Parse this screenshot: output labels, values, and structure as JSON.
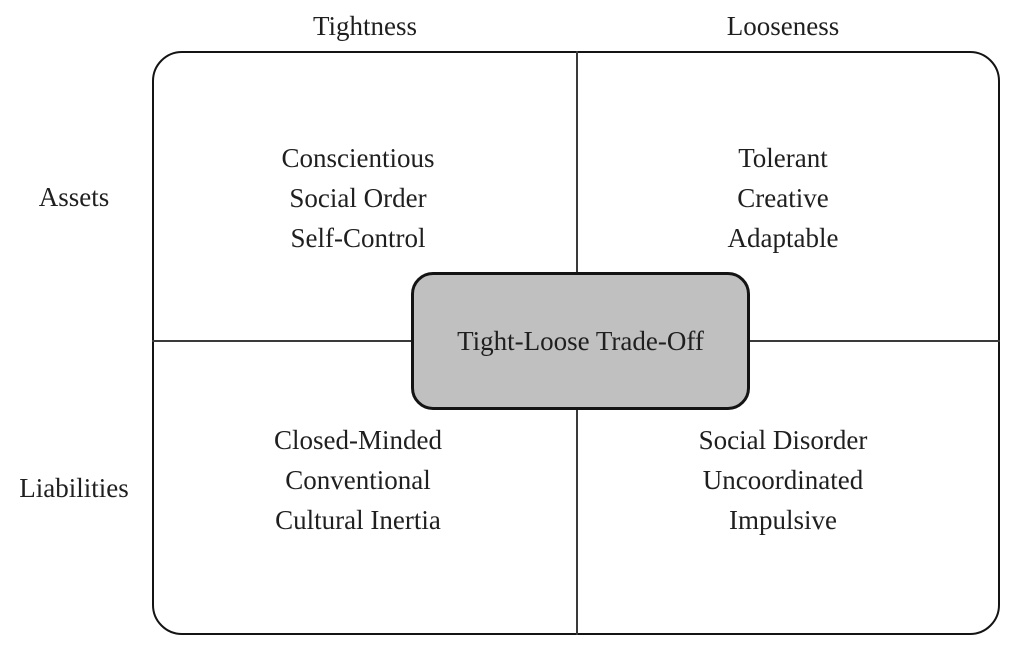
{
  "diagram": {
    "center_node": {
      "label": "Tight-Loose Trade-Off",
      "fill_color": "#c0c0c0",
      "border_color": "#141414"
    },
    "column_headers": [
      {
        "label": "Tightness"
      },
      {
        "label": "Looseness"
      }
    ],
    "row_labels": [
      {
        "label": "Assets"
      },
      {
        "label": "Liabilities"
      }
    ],
    "quadrants": {
      "tight_assets": {
        "terms": [
          "Conscientious",
          "Social Order",
          "Self-Control"
        ]
      },
      "loose_assets": {
        "terms": [
          "Tolerant",
          "Creative",
          "Adaptable"
        ]
      },
      "tight_liabilities": {
        "terms": [
          "Closed-Minded",
          "Conventional",
          "Cultural Inertia"
        ]
      },
      "loose_liabilities": {
        "terms": [
          "Social Disorder",
          "Uncoordinated",
          "Impulsive"
        ]
      }
    }
  }
}
